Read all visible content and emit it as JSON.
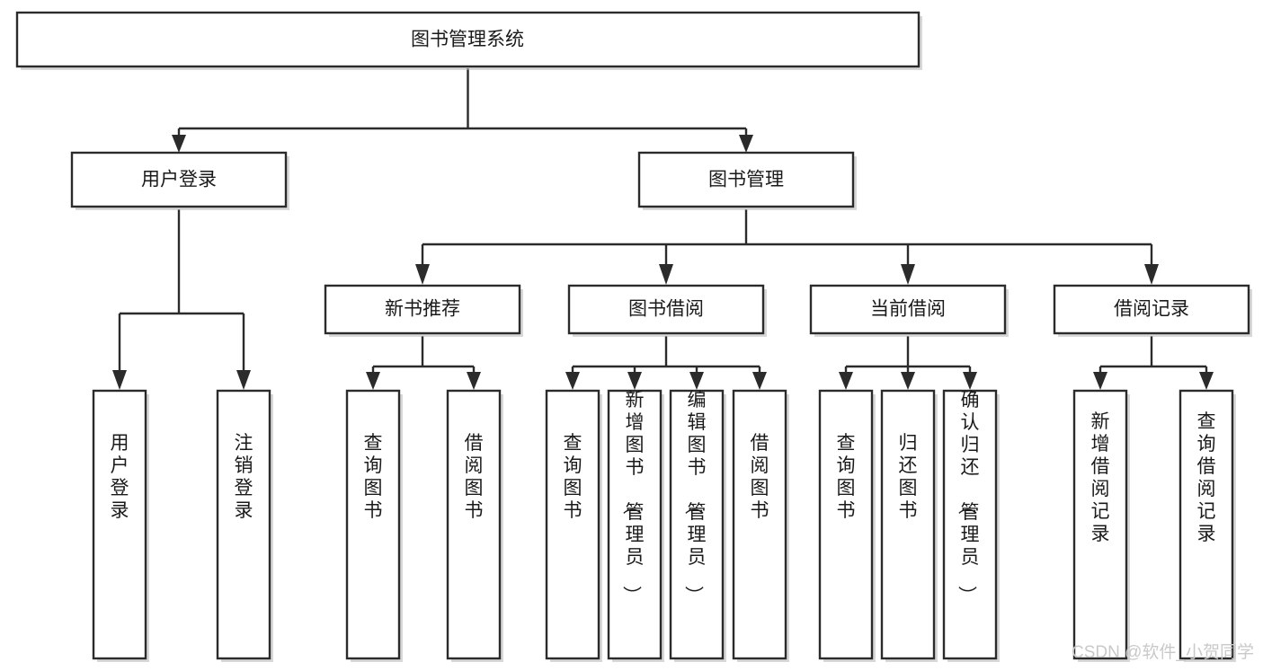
{
  "diagram": {
    "type": "tree-hierarchy",
    "title": "图书管理系统",
    "orientation": "top-down",
    "watermark": "CSDN @软件_小贺同学",
    "levels": [
      {
        "level": 1,
        "nodes": [
          {
            "id": "root",
            "label": "图书管理系统",
            "orient": "horizontal"
          }
        ]
      },
      {
        "level": 2,
        "nodes": [
          {
            "id": "login",
            "label": "用户登录",
            "orient": "horizontal",
            "parent": "root"
          },
          {
            "id": "bookmgmt",
            "label": "图书管理",
            "orient": "horizontal",
            "parent": "root"
          }
        ]
      },
      {
        "level": 3,
        "nodes": [
          {
            "id": "newbook",
            "label": "新书推荐",
            "orient": "horizontal",
            "parent": "bookmgmt"
          },
          {
            "id": "borrow",
            "label": "图书借阅",
            "orient": "horizontal",
            "parent": "bookmgmt"
          },
          {
            "id": "current",
            "label": "当前借阅",
            "orient": "horizontal",
            "parent": "bookmgmt"
          },
          {
            "id": "records",
            "label": "借阅记录",
            "orient": "horizontal",
            "parent": "bookmgmt"
          }
        ]
      },
      {
        "level": 4,
        "nodes": [
          {
            "id": "leaf-1",
            "label": "用户登录",
            "orient": "vertical",
            "parent": "login"
          },
          {
            "id": "leaf-2",
            "label": "注销登录",
            "orient": "vertical",
            "parent": "login"
          },
          {
            "id": "leaf-3",
            "label": "查询图书",
            "orient": "vertical",
            "parent": "newbook"
          },
          {
            "id": "leaf-4",
            "label": "借阅图书",
            "orient": "vertical",
            "parent": "newbook"
          },
          {
            "id": "leaf-5",
            "label": "查询图书",
            "orient": "vertical",
            "parent": "borrow"
          },
          {
            "id": "leaf-6",
            "label": "新增图书（管理员）",
            "orient": "vertical",
            "parent": "borrow"
          },
          {
            "id": "leaf-7",
            "label": "编辑图书（管理员）",
            "orient": "vertical",
            "parent": "borrow"
          },
          {
            "id": "leaf-8",
            "label": "借阅图书",
            "orient": "vertical",
            "parent": "borrow"
          },
          {
            "id": "leaf-9",
            "label": "查询图书",
            "orient": "vertical",
            "parent": "current"
          },
          {
            "id": "leaf-10",
            "label": "归还图书",
            "orient": "vertical",
            "parent": "current"
          },
          {
            "id": "leaf-11",
            "label": "确认归还（管理员）",
            "orient": "vertical",
            "parent": "current"
          },
          {
            "id": "leaf-12",
            "label": "新增借阅记录",
            "orient": "vertical",
            "parent": "records"
          },
          {
            "id": "leaf-13",
            "label": "查询借阅记录",
            "orient": "vertical",
            "parent": "records"
          }
        ]
      }
    ],
    "colors": {
      "box_stroke": "#2b2b2b",
      "box_fill": "#ffffff",
      "text": "#1a1a1a",
      "connector": "#2b2b2b",
      "watermark": "#c9c9c9",
      "background": "#ffffff"
    }
  }
}
